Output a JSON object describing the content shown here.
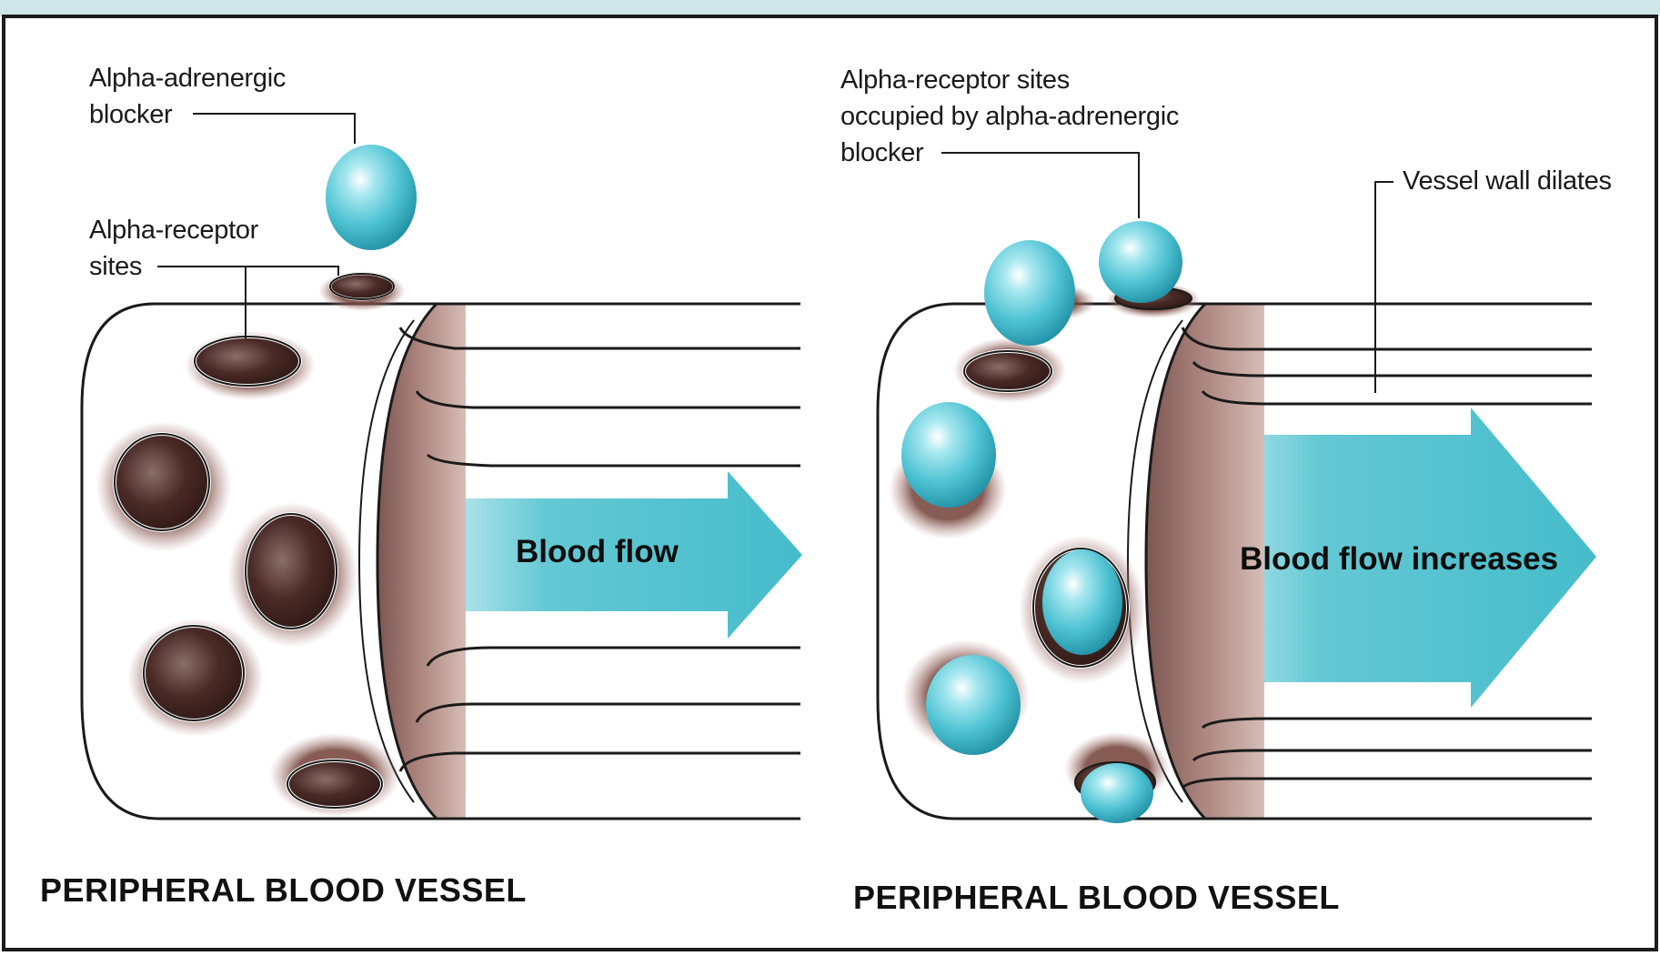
{
  "left_panel": {
    "label_blocker": "Alpha-adrenergic\nblocker",
    "label_receptor": "Alpha-receptor\nsites",
    "flow_label": "Blood flow",
    "caption": "PERIPHERAL BLOOD VESSEL"
  },
  "right_panel": {
    "label_occupied": "Alpha-receptor sites\noccupied by alpha-adrenergic\nblocker",
    "label_dilates": "Vessel wall dilates",
    "flow_label": "Blood flow increases",
    "caption": "PERIPHERAL BLOOD VESSEL"
  },
  "colors": {
    "background": "#ffffff",
    "frame": "#1c1c1c",
    "teal_drug": "#4fc3d3",
    "flow_arrow": "#55c5d2",
    "receptor_dark": "#5a3530",
    "vessel_wall": "#9b6f69"
  }
}
